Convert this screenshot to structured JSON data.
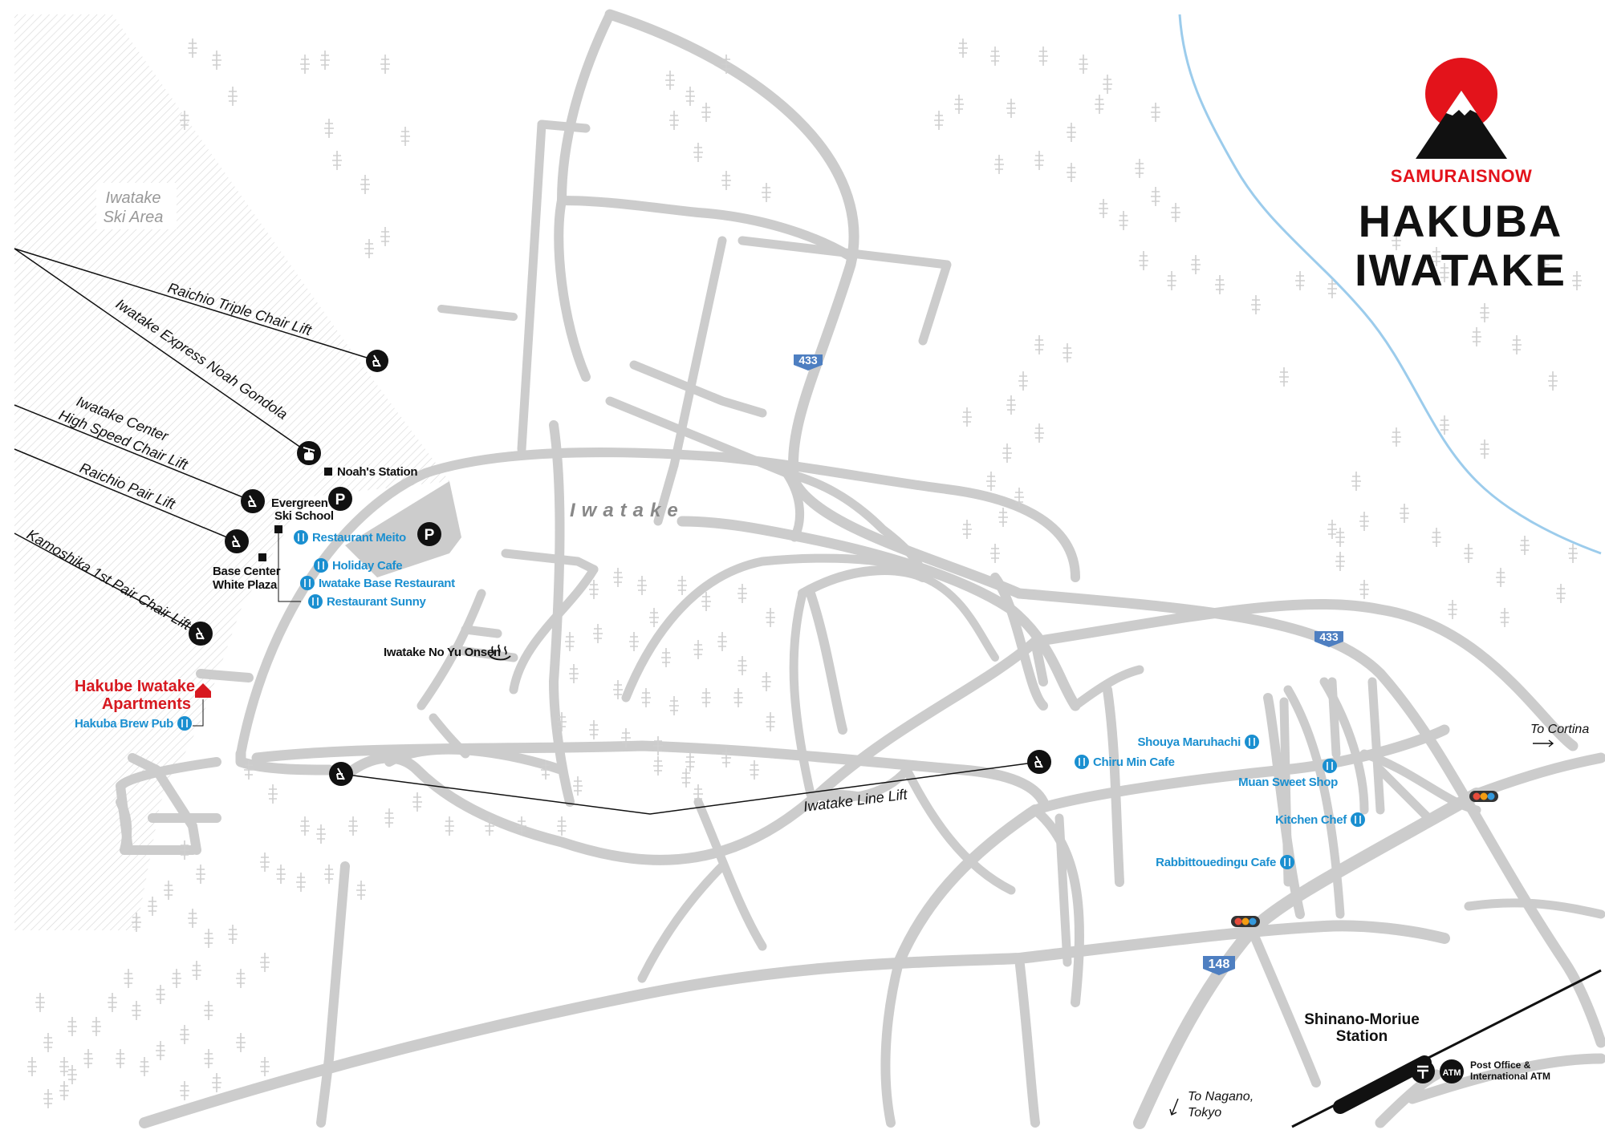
{
  "brand": {
    "name": "SAMURAISNOW",
    "title_line1": "HAKUBA",
    "title_line2": "IWATAKE",
    "logo_red": "#e3131b",
    "logo_black": "#111111"
  },
  "colors": {
    "road": "#cccccc",
    "restaurant": "#1a8fd0",
    "accommodation": "#d71920",
    "route_badge": "#4e7fc1",
    "river": "#9cccec",
    "ski_area_hatch": "#d9d9d9"
  },
  "areas": {
    "ski_area": "Iwatake\nSki Area",
    "town": "Iwatake"
  },
  "lifts": [
    {
      "id": "raichio-triple",
      "label": "Raichio Triple Chair Lift"
    },
    {
      "id": "express-gondola",
      "label": "Iwatake Express Noah Gondola"
    },
    {
      "id": "center-high-speed",
      "label": "Iwatake Center\nHigh Speed Chair Lift"
    },
    {
      "id": "raichio-pair",
      "label": "Raichio Pair Lift"
    },
    {
      "id": "kamoshika",
      "label": "Kamoshika 1st Pair Chair Lift"
    },
    {
      "id": "line-lift",
      "label": "Iwatake Line Lift"
    }
  ],
  "buildings": [
    {
      "id": "noahs-station",
      "label": "Noah's Station"
    },
    {
      "id": "evergreen",
      "label": "Evergreen\nSki School"
    },
    {
      "id": "base-center",
      "label": "Base Center\nWhite Plaza"
    }
  ],
  "restaurants": [
    {
      "id": "meito",
      "label": "Restaurant Meito"
    },
    {
      "id": "holiday",
      "label": "Holiday Cafe"
    },
    {
      "id": "base-restaurant",
      "label": "Iwatake Base Restaurant"
    },
    {
      "id": "sunny",
      "label": "Restaurant Sunny"
    },
    {
      "id": "brew-pub",
      "label": "Hakuba Brew Pub"
    },
    {
      "id": "chiru-min",
      "label": "Chiru Min Cafe"
    },
    {
      "id": "shouya",
      "label": "Shouya Maruhachi"
    },
    {
      "id": "muan",
      "label": "Muan Sweet Shop"
    },
    {
      "id": "kitchen-chef",
      "label": "Kitchen Chef"
    },
    {
      "id": "rabbittou",
      "label": "Rabbittouedingu Cafe"
    }
  ],
  "onsen": "Iwatake No Yu Onsen",
  "accommodation": "Hakube Iwatake\nApartments",
  "routes": [
    "433",
    "433",
    "148"
  ],
  "station": "Shinano-Moriue\nStation",
  "post_office": "Post Office &\nInternational ATM",
  "atm": "ATM",
  "parking": "P",
  "directions": {
    "cortina": "To Cortina",
    "nagano": "To Nagano,\nTokyo"
  }
}
